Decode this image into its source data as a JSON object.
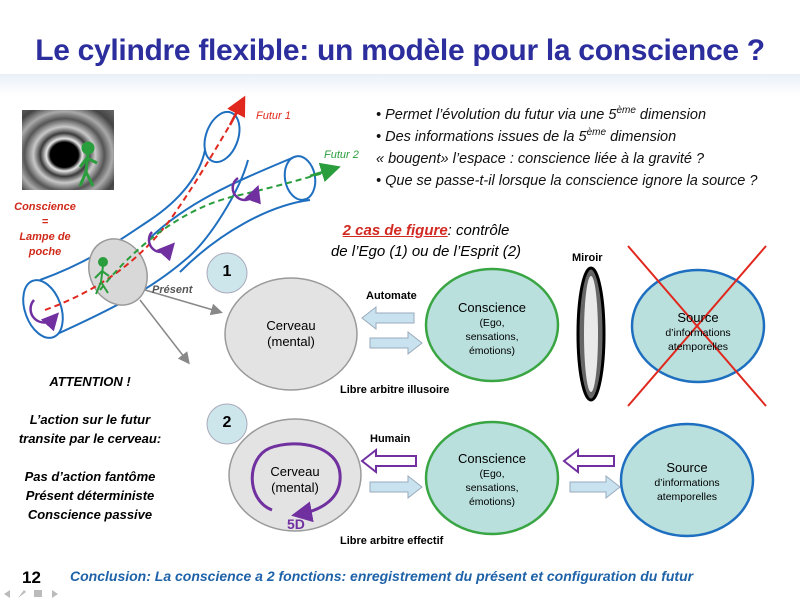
{
  "title": "Le cylindre flexible: un modèle pour la conscience ?",
  "bullets": [
    {
      "prefix": "• Permet l’évolution du futur via une 5",
      "sup": "ème",
      "suffix": " dimension"
    },
    {
      "prefix": "• Des informations issues de la 5",
      "sup": "ème",
      "suffix": " dimension"
    },
    {
      "prefix": "« bougent» l’espace : conscience liée à la gravité ?",
      "sup": "",
      "suffix": ""
    },
    {
      "prefix": "• Que se passe-t-il lorsque la conscience ignore la source ?",
      "sup": "",
      "suffix": ""
    }
  ],
  "cas": {
    "highlight": "2 cas de figure",
    "rest_line1": ": contrôle",
    "line2": "de l’Ego (1) ou de l’Esprit (2)"
  },
  "cylinder": {
    "futur1": "Futur 1",
    "futur2": "Futur 2",
    "conscience_label": [
      "Conscience",
      "=",
      "Lampe de poche"
    ],
    "present": "Présent"
  },
  "attention": {
    "heading": "ATTENTION !",
    "lines": [
      "L’action sur le futur",
      "transite par le cerveau:",
      "",
      "Pas d’action fantôme",
      "Présent déterministe",
      "Conscience passive"
    ]
  },
  "row1": {
    "number": "1",
    "cerveau": [
      "Cerveau",
      "(mental)"
    ],
    "automate": "Automate",
    "conscience_title": "Conscience",
    "conscience_sub": [
      "(Ego,",
      "sensations,",
      "émotions)"
    ],
    "libre": "Libre arbitre illusoire",
    "miroir": "Miroir",
    "source_title": "Source",
    "source_sub": [
      "d’informations",
      "atemporelles"
    ]
  },
  "row2": {
    "number": "2",
    "cerveau": [
      "Cerveau",
      "(mental)"
    ],
    "fiveD": "5D",
    "humain": "Humain",
    "conscience_title": "Conscience",
    "conscience_sub": [
      "(Ego,",
      "sensations,",
      "émotions)"
    ],
    "libre": "Libre arbitre effectif",
    "source_title": "Source",
    "source_sub": [
      "d’informations",
      "atemporelles"
    ]
  },
  "footer": {
    "page": "12",
    "conclusion": "Conclusion: La conscience a 2 fonctions: enregistrement du présent et configuration du futur"
  },
  "colors": {
    "title": "#2b2e9c",
    "conscience_fill": "#b9e0dd",
    "conscience_stroke": "#3aa543",
    "source_fill": "#b9e0dd",
    "source_stroke": "#1f6fc0",
    "cerveau_fill": "#e3e3e3",
    "arrow_fill": "#c9e2f0",
    "purple": "#7030a0",
    "cross": "#e0281e"
  }
}
